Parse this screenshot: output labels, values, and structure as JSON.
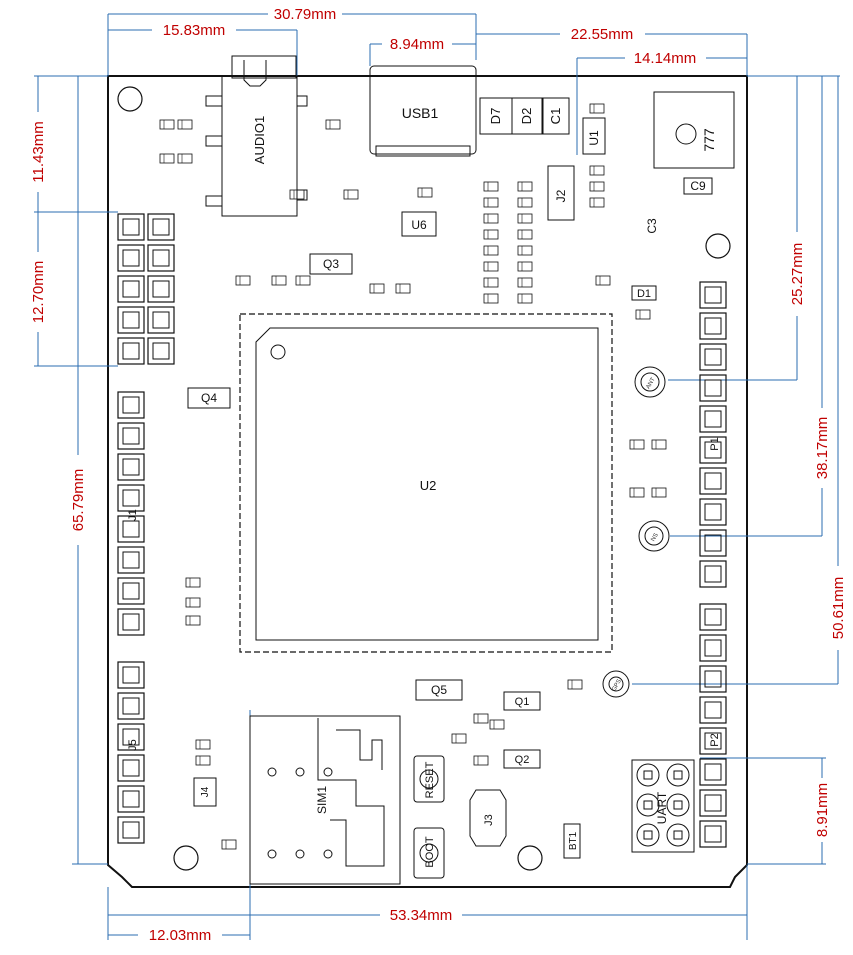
{
  "colors": {
    "dimension_text": "#c00000",
    "dimension_line": "#2b6cb0",
    "outline": "#111111",
    "board": "#ffffff"
  },
  "dimensions": {
    "d_30_79": "30.79mm",
    "d_15_83": "15.83mm",
    "d_8_94": "8.94mm",
    "d_22_55": "22.55mm",
    "d_14_14": "14.14mm",
    "d_11_43": "11.43mm",
    "d_12_70": "12.70mm",
    "d_65_79": "65.79mm",
    "d_25_27": "25.27mm",
    "d_38_17": "38.17mm",
    "d_50_61": "50.61mm",
    "d_8_91": "8.91mm",
    "d_53_34": "53.34mm",
    "d_12_03": "12.03mm"
  },
  "components": {
    "audio": "AUDIO1",
    "usb": "USB1",
    "d7": "D7",
    "d2": "D2",
    "c1": "C1",
    "u1": "U1",
    "c9": "C9",
    "logo_text": "777",
    "j2": "J2",
    "u6": "U6",
    "q3": "Q3",
    "c3": "C3",
    "d1": "D1",
    "u2": "U2",
    "q4": "Q4",
    "q5": "Q5",
    "q1": "Q1",
    "q2": "Q2",
    "sim": "SIM1",
    "reset": "RESET",
    "boot": "BOOT",
    "j3": "J3",
    "j4": "J4",
    "bt": "BT1",
    "uart": "UART",
    "ant_a": "ANT",
    "ant_b": "NS",
    "ant_c": "GPS",
    "hdr_left_1": "J1",
    "hdr_left_2": "J5",
    "hdr_right_1": "P1",
    "hdr_right_2": "P2"
  }
}
